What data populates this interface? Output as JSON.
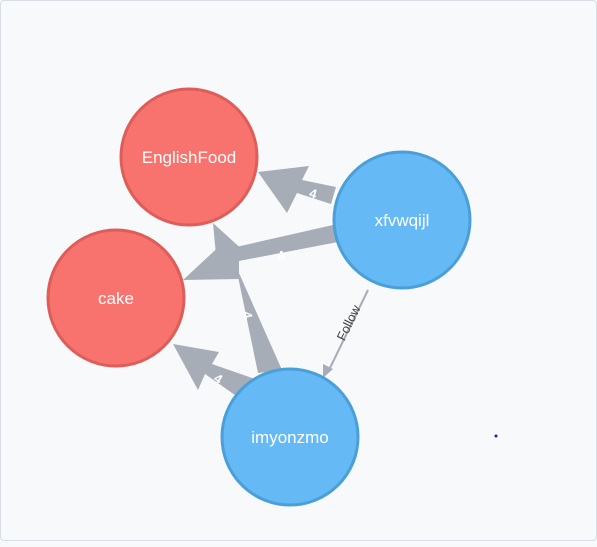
{
  "graph": {
    "nodes": [
      {
        "id": "englishfood",
        "label": "EnglishFood",
        "color": "#f8736d",
        "stroke": "#de5d59"
      },
      {
        "id": "cake",
        "label": "cake",
        "color": "#f8736d",
        "stroke": "#de5d59"
      },
      {
        "id": "xfvwqijl",
        "label": "xfvwqijl",
        "color": "#65b9f5",
        "stroke": "#4a9fd9"
      },
      {
        "id": "imyonzmo",
        "label": "imyonzmo",
        "color": "#65b9f5",
        "stroke": "#4a9fd9"
      }
    ],
    "edges": [
      {
        "from": "xfvwqijl",
        "to": "englishfood",
        "label": "4",
        "weight": "4"
      },
      {
        "from": "xfvwqijl",
        "to": "cake",
        "label": "4",
        "weight": "4"
      },
      {
        "from": "imyonzmo",
        "to": "englishfood",
        "label": "4",
        "weight": "4"
      },
      {
        "from": "imyonzmo",
        "to": "cake",
        "label": "4",
        "weight": "4"
      },
      {
        "from": "xfvwqijl",
        "to": "imyonzmo",
        "label": "Follow"
      }
    ],
    "thick_edge_color": "#a7adb7",
    "thin_edge_color": "#a7adb7"
  }
}
